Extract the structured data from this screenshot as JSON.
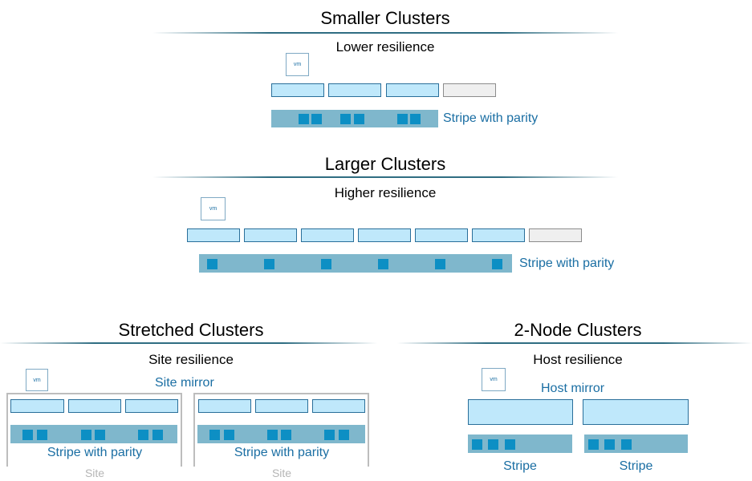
{
  "smaller": {
    "title": "Smaller Clusters",
    "subtitle": "Lower resilience",
    "vm_label": "vm",
    "stripe_label": "Stripe with parity"
  },
  "larger": {
    "title": "Larger Clusters",
    "subtitle": "Higher resilience",
    "vm_label": "vm",
    "stripe_label": "Stripe with parity"
  },
  "stretched": {
    "title": "Stretched Clusters",
    "subtitle": "Site resilience",
    "vm_label": "vm",
    "mirror_label": "Site mirror",
    "sites": [
      {
        "stripe_label": "Stripe with parity",
        "site_label": "Site"
      },
      {
        "stripe_label": "Stripe with parity",
        "site_label": "Site"
      }
    ]
  },
  "two_node": {
    "title": "2-Node Clusters",
    "subtitle": "Host resilience",
    "vm_label": "vm",
    "mirror_label": "Host mirror",
    "stripes": [
      {
        "label": "Stripe"
      },
      {
        "label": "Stripe"
      }
    ]
  },
  "colors": {
    "host_fill": "#bfe8fb",
    "host_border": "#2a6f9a",
    "spare_fill": "#efefef",
    "stripe_fill": "#7fb7cc",
    "data_block": "#0d8fc4",
    "label_blue": "#1a6ea3",
    "site_gray": "#b5b5b5"
  }
}
